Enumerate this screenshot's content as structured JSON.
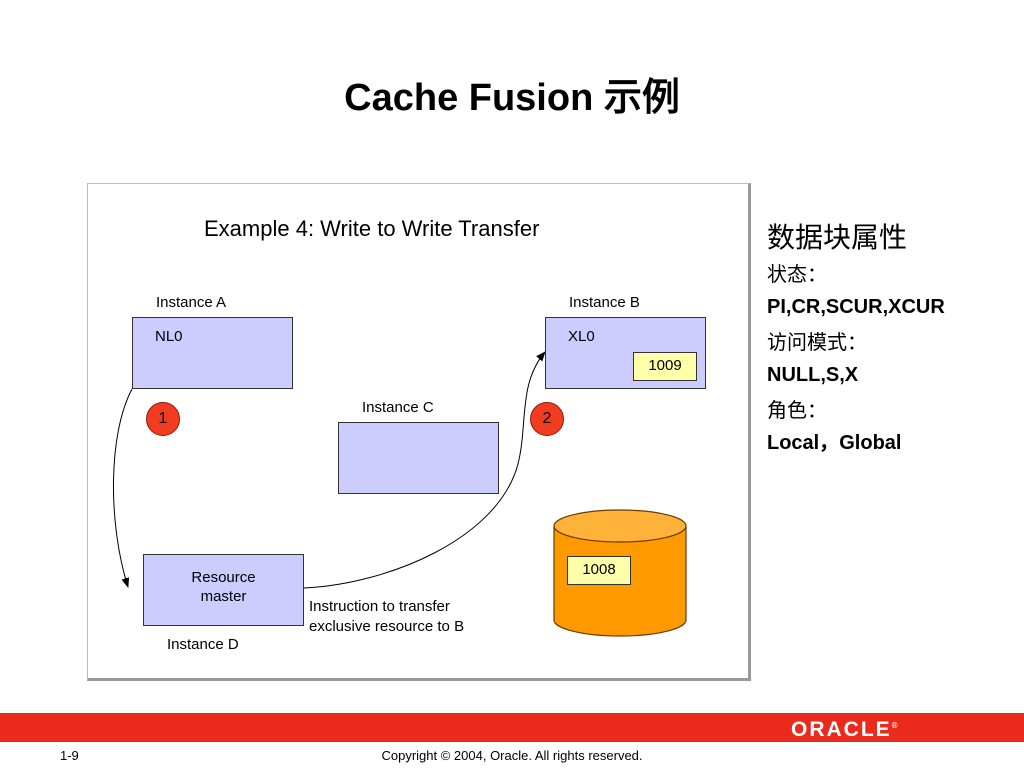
{
  "slide": {
    "title": "Cache Fusion 示例",
    "page_number": "1-9",
    "copyright": "Copyright © 2004, Oracle.  All rights reserved.",
    "logo_text": "ORACLE"
  },
  "diagram": {
    "title": "Example 4:  Write to Write Transfer",
    "instance_a": {
      "label": "Instance A",
      "lock_mode": "NL0"
    },
    "instance_b": {
      "label": "Instance B",
      "lock_mode": "XL0",
      "block_version": "1009"
    },
    "instance_c": {
      "label": "Instance C"
    },
    "instance_d": {
      "label": "Instance D",
      "role_line1": "Resource",
      "role_line2": "master"
    },
    "disk": {
      "block_version": "1008"
    },
    "steps": [
      "1",
      "2"
    ],
    "note_line1": "Instruction to transfer",
    "note_line2": "exclusive resource to B",
    "colors": {
      "instance_box": "#ccccff",
      "block": "#ffffaa",
      "step_circle": "#f23c22",
      "disk": "#ff9900",
      "footer": "#ea2a1c"
    }
  },
  "side_panel": {
    "heading": "数据块属性",
    "state_label": "状态：",
    "state_values": "PI,CR,SCUR,XCUR",
    "access_label": "访问模式：",
    "access_values": "NULL,S,X",
    "role_label": "角色：",
    "role_values": "Local，Global"
  }
}
